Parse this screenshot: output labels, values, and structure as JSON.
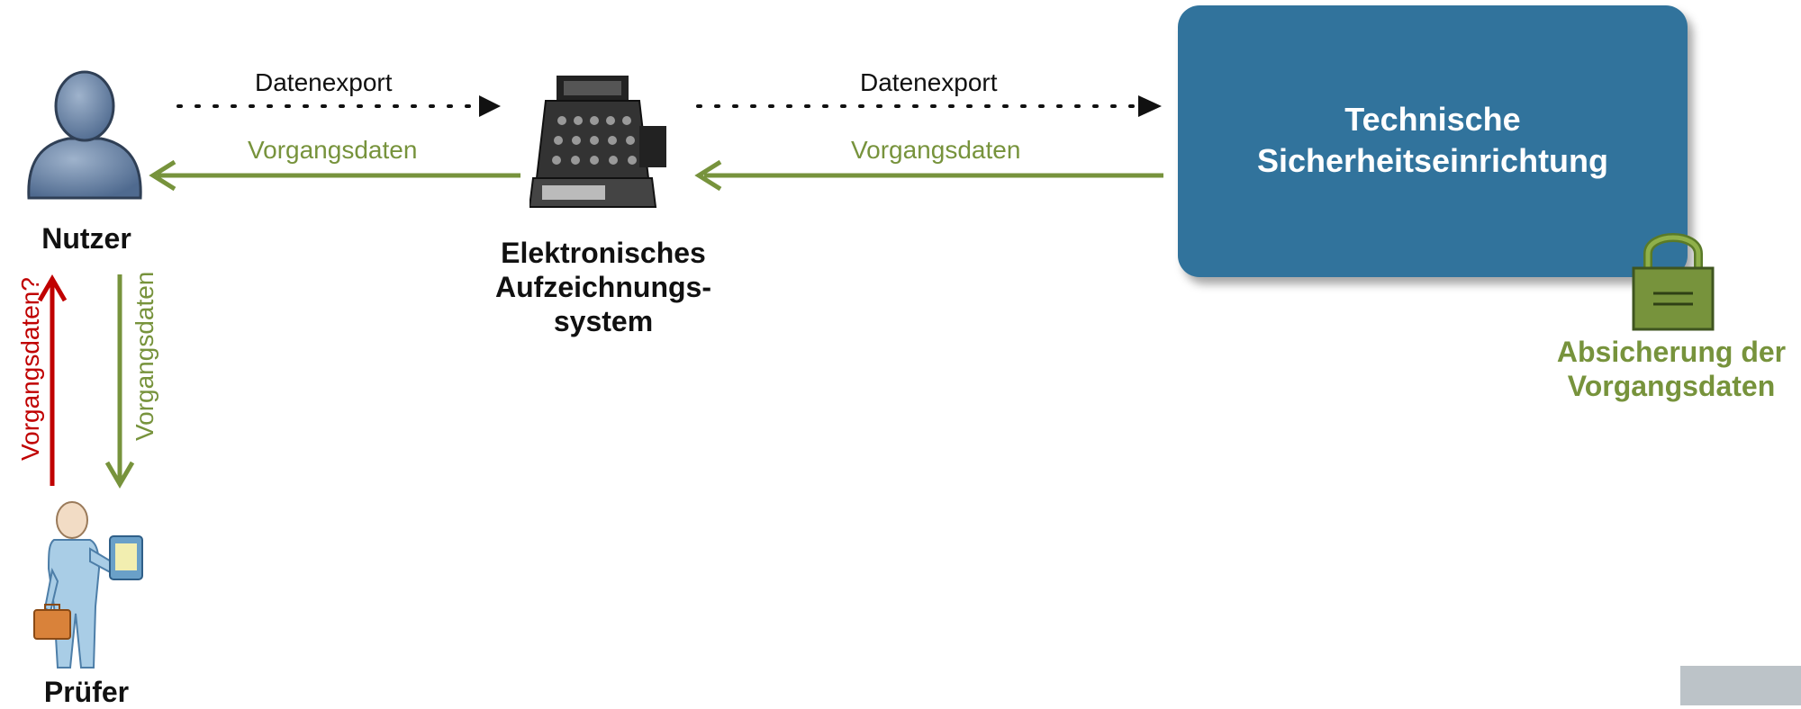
{
  "nodes": {
    "user_label": "Nutzer",
    "register_label_lines": [
      "Elektronisches",
      "Aufzeichnungs-",
      "system"
    ],
    "tse_title_lines": [
      "Technische",
      "Sicherheitseinrichtung"
    ],
    "auditor_label": "Prüfer",
    "lock_caption_lines": [
      "Absicherung der",
      "Vorgangsdaten"
    ]
  },
  "edges": {
    "export_left": "Datenexport",
    "export_right": "Datenexport",
    "return_left": "Vorgangsdaten",
    "return_right": "Vorgangsdaten",
    "to_auditor": "Vorgangsdaten",
    "auditor_request": "Vorgangsdaten?"
  },
  "colors": {
    "green": "#77933c",
    "red": "#c00000",
    "tse_blue": "#31739c",
    "user_icon": "#607a9e"
  }
}
